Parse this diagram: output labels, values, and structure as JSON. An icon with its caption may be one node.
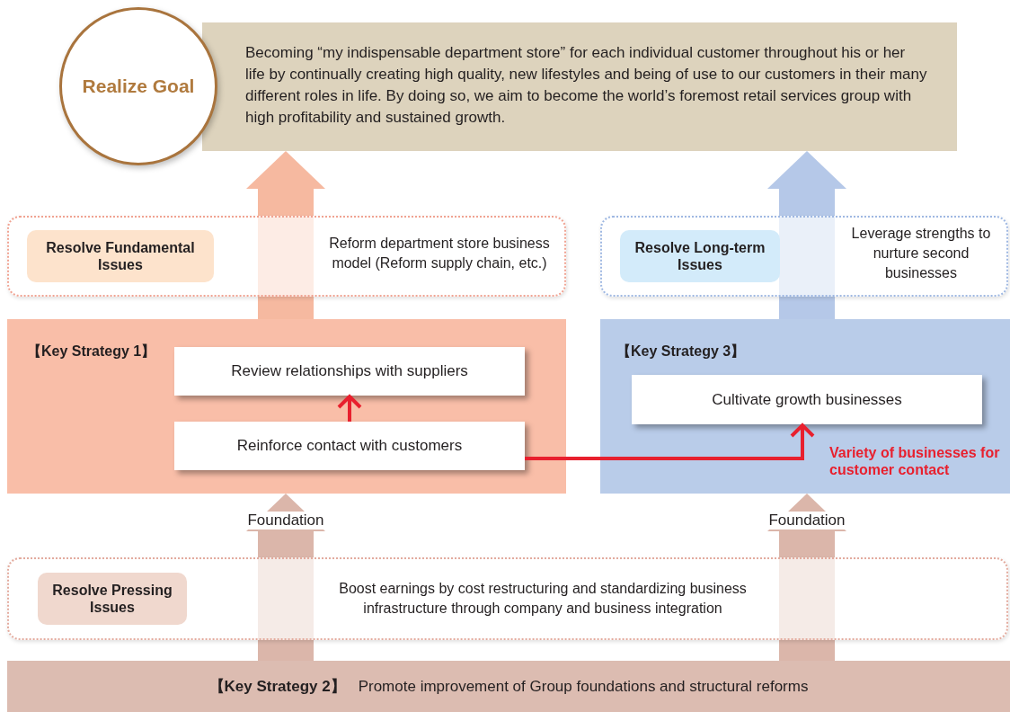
{
  "diagram": {
    "nodes": [
      {
        "text": [
          "Realize Goal"
        ]
      },
      {
        "text": [
          "Becoming “my indispensable department store” for each individual customer throughout his or her life by continually creating high quality, new lifestyles and being of use to our customers in their many different roles in life. By doing so, we aim to become the world’s foremost retail services group with high profitability and sustained growth."
        ]
      },
      {
        "text": [
          "Reform department store business model (Reform supply chain, etc.)"
        ]
      },
      {
        "text": [
          "Resolve Fundamental Issues"
        ],
        "in": 2
      },
      {
        "text": [
          "Leverage strengths to nurture second businesses"
        ]
      },
      {
        "text": [
          "Resolve Long-term Issues"
        ],
        "in": 4
      },
      {
        "text": [
          "【Key Strategy 1】"
        ]
      },
      {
        "text": [
          "Review relationships with suppliers"
        ],
        "in": 6
      },
      {
        "text": [
          "Reinforce contact with customers"
        ],
        "in": 6
      },
      {
        "text": [
          "【Key Strategy 3】"
        ]
      },
      {
        "text": [
          "Cultivate growth businesses"
        ],
        "in": 9
      },
      {
        "text": [
          "Boost earnings by cost restructuring and standardizing business infrastructure through company and business integration"
        ]
      },
      {
        "text": [
          "Resolve Pressing Issues"
        ],
        "in": 11
      },
      {
        "text": [
          "【Key Strategy 2】",
          "Promote improvement of Group foundations and structural reforms"
        ]
      }
    ],
    "edges": [
      {
        "from": 6,
        "to": 1,
        "arrow": "to",
        "color": "#f6b9a0"
      },
      {
        "from": 9,
        "to": 1,
        "arrow": "to",
        "color": "#b5c8e8"
      },
      {
        "from": 13,
        "to": 6,
        "arrow": "to",
        "label": "Foundation",
        "color": "#dbb6aa"
      },
      {
        "from": 13,
        "to": 9,
        "arrow": "to",
        "label": "Foundation",
        "color": "#dbb6aa"
      },
      {
        "from": 8,
        "to": 7,
        "arrow": "to",
        "color": "#e8202e"
      },
      {
        "from": 8,
        "to": 10,
        "arrow": "to",
        "label": "Variety of businesses for customer contact",
        "color": "#e8202e"
      }
    ]
  }
}
